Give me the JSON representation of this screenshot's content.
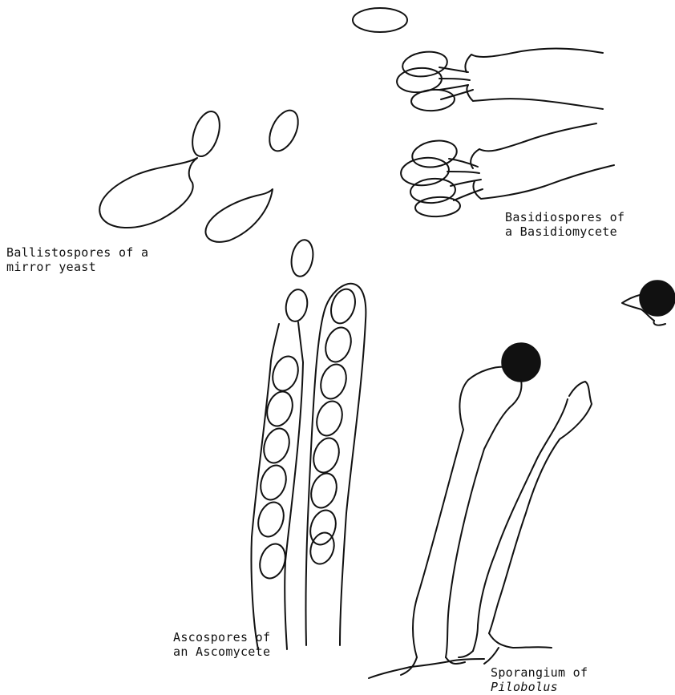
{
  "labels": {
    "ballistospores": {
      "line1": "Ballistospores of a",
      "line2": "mirror yeast"
    },
    "basidiospores": {
      "line1": "Basidiospores of",
      "line2": "a Basidiomycete"
    },
    "ascospores": {
      "line1": "Ascospores of",
      "line2": "an Ascomycete"
    },
    "sporangium": {
      "line1": "Sporangium of",
      "line2": "Pilobolus"
    }
  }
}
